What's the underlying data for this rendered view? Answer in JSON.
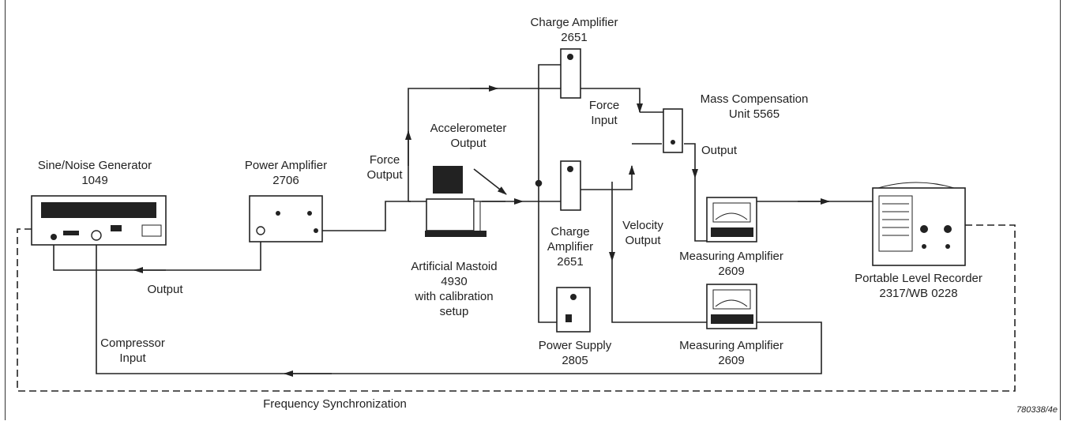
{
  "labels": {
    "generator_name": "Sine/Noise Generator",
    "generator_model": "1049",
    "power_amp_name": "Power Amplifier",
    "power_amp_model": "2706",
    "force_output_1": "Force",
    "force_output_2": "Output",
    "accel_output_1": "Accelerometer",
    "accel_output_2": "Output",
    "mastoid_1": "Artificial Mastoid",
    "mastoid_2": "4930",
    "mastoid_3": "with calibration",
    "mastoid_4": "setup",
    "charge_amp_top_name": "Charge Amplifier",
    "charge_amp_top_model": "2651",
    "charge_amp_mid_1": "Charge",
    "charge_amp_mid_2": "Amplifier",
    "charge_amp_mid_3": "2651",
    "force_input_1": "Force",
    "force_input_2": "Input",
    "mass_comp_1": "Mass Compensation",
    "mass_comp_2": "Unit 5565",
    "output_mass": "Output",
    "velocity_1": "Velocity",
    "velocity_2": "Output",
    "meas_amp_top_1": "Measuring  Amplifier",
    "meas_amp_top_2": "2609",
    "meas_amp_bot_1": "Measuring  Amplifier",
    "meas_amp_bot_2": "2609",
    "power_supply_1": "Power  Supply",
    "power_supply_2": "2805",
    "level_rec_1": "Portable Level Recorder",
    "level_rec_2": "2317/WB 0228",
    "output_gen": "Output",
    "compressor_1": "Compressor",
    "compressor_2": "Input",
    "freq_sync": "Frequency Synchronization",
    "figure_ref": "780338/4e"
  }
}
